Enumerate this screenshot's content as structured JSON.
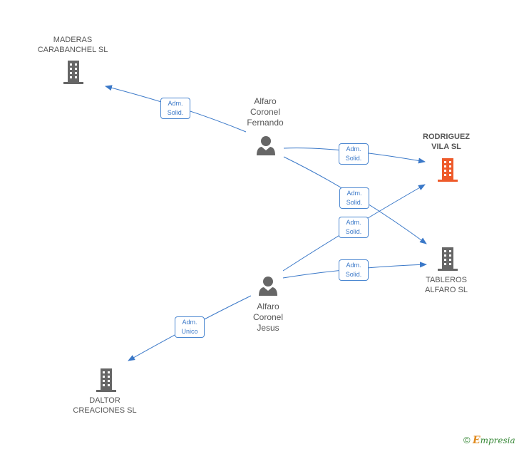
{
  "nodes": {
    "maderas": {
      "name": [
        "MADERAS",
        "CARABANCHEL SL"
      ]
    },
    "fernando": {
      "name": [
        "Alfaro",
        "Coronel",
        "Fernando"
      ]
    },
    "rodriguez": {
      "name": [
        "RODRIGUEZ",
        "VILA SL"
      ]
    },
    "tableros": {
      "name": [
        "TABLEROS",
        "ALFARO SL"
      ]
    },
    "jesus": {
      "name": [
        "Alfaro",
        "Coronel",
        "Jesus"
      ]
    },
    "daltor": {
      "name": [
        "DALTOR",
        "CREACIONES SL"
      ]
    }
  },
  "edges": {
    "fernando_maderas": [
      "Adm.",
      "Solid."
    ],
    "fernando_rodriguez": [
      "Adm.",
      "Solid."
    ],
    "fernando_tableros": [
      "Adm.",
      "Solid."
    ],
    "jesus_rodriguez": [
      "Adm.",
      "Solid."
    ],
    "jesus_tableros": [
      "Adm.",
      "Solid."
    ],
    "jesus_daltor": [
      "Adm.",
      "Unico"
    ]
  },
  "colors": {
    "edge": "#3a78c8",
    "company": "#666666",
    "focus_company": "#ee5a2a",
    "person": "#666666"
  },
  "icons": {
    "company": "building-icon",
    "person": "person-icon"
  },
  "brand": {
    "copyright": "©",
    "e": "E",
    "rest": "mpresia"
  }
}
